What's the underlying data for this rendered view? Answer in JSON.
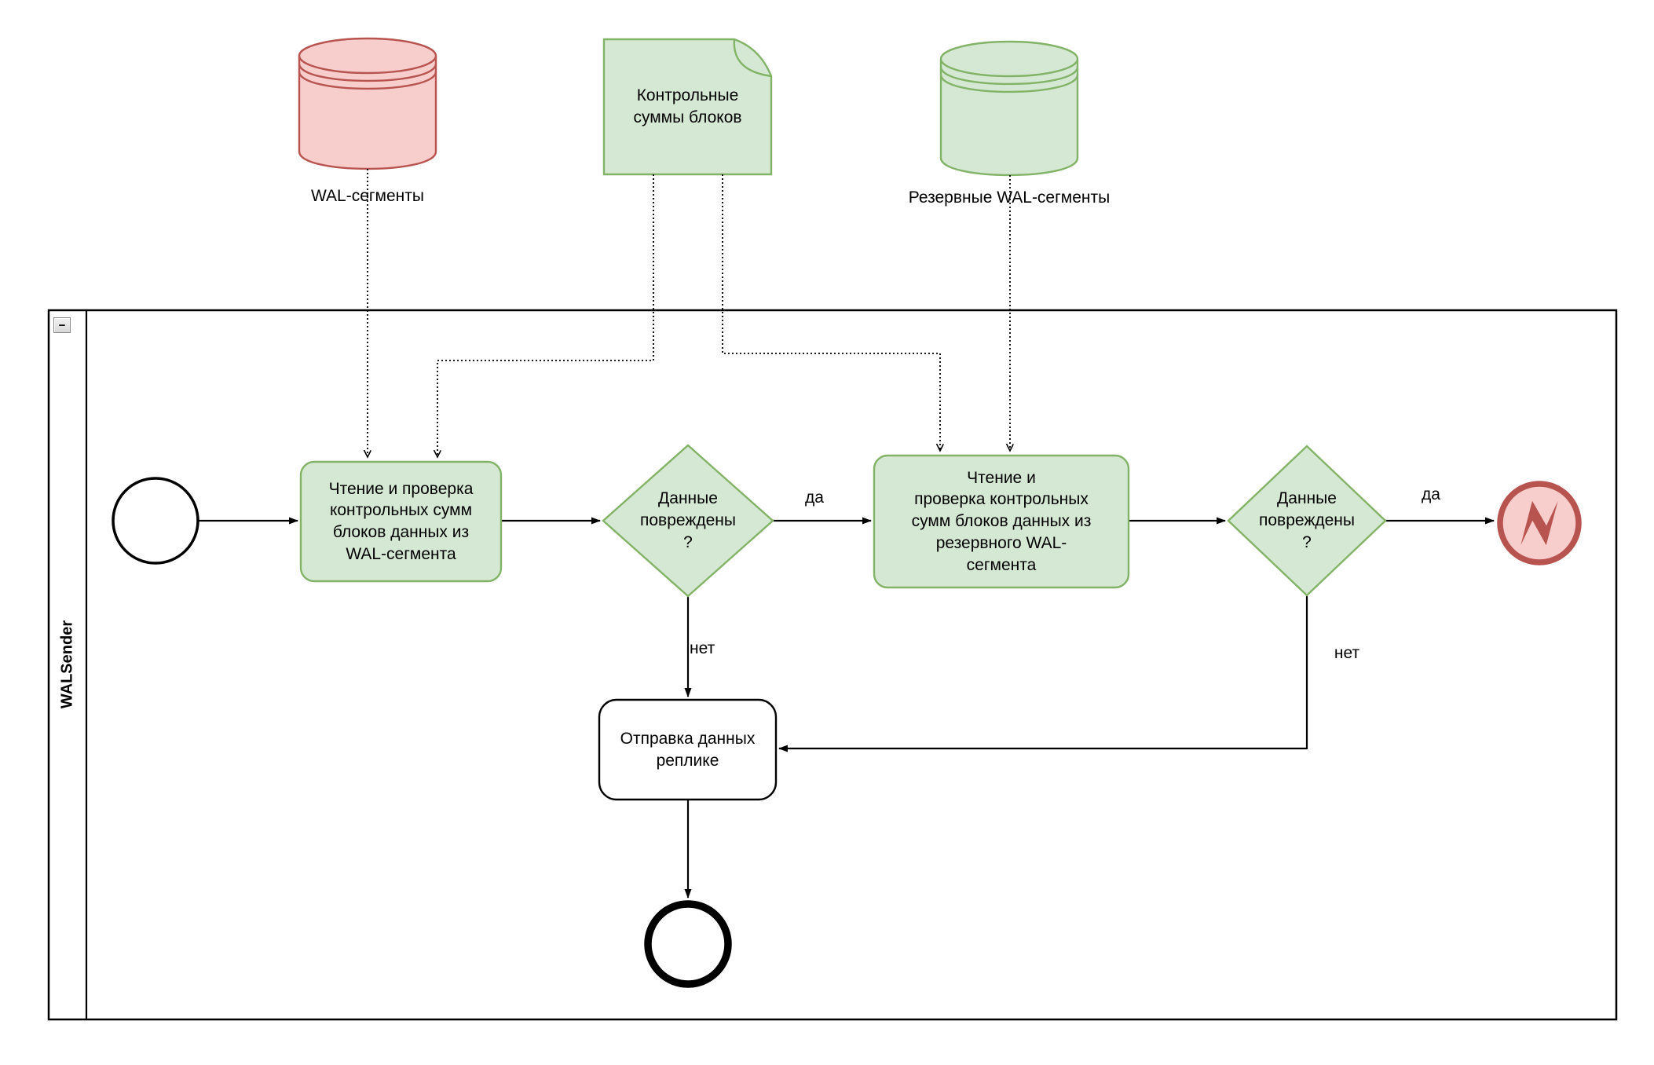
{
  "colors": {
    "green_fill": "#d5e8d4",
    "green_stroke": "#82b366",
    "red_fill": "#f8cecc",
    "red_stroke": "#b85450",
    "line": "#000000"
  },
  "artifacts": {
    "wal_store": {
      "label": "WAL-сегменты"
    },
    "checksums_note": {
      "text": "Контрольные\nсуммы блоков"
    },
    "backup_store": {
      "label": "Резервные WAL-сегменты"
    }
  },
  "lane": {
    "title": "WALSender",
    "collapse_glyph": "−"
  },
  "nodes": {
    "task_read_wal": {
      "text": "Чтение и проверка\nконтрольных сумм\nблоков данных из\nWAL-сегмента"
    },
    "gateway_corrupted_1": {
      "text": "Данные\nповреждены\n?"
    },
    "task_read_backup": {
      "text": "Чтение и\nпроверка контрольных\nсумм блоков данных из\nрезервного WAL-\nсегмента"
    },
    "gateway_corrupted_2": {
      "text": "Данные\nповреждены\n?"
    },
    "task_send_replica": {
      "text": "Отправка данных\nреплике"
    }
  },
  "edge_labels": {
    "yes_1": "да",
    "no_1": "нет",
    "yes_2": "да",
    "no_2": "нет"
  }
}
